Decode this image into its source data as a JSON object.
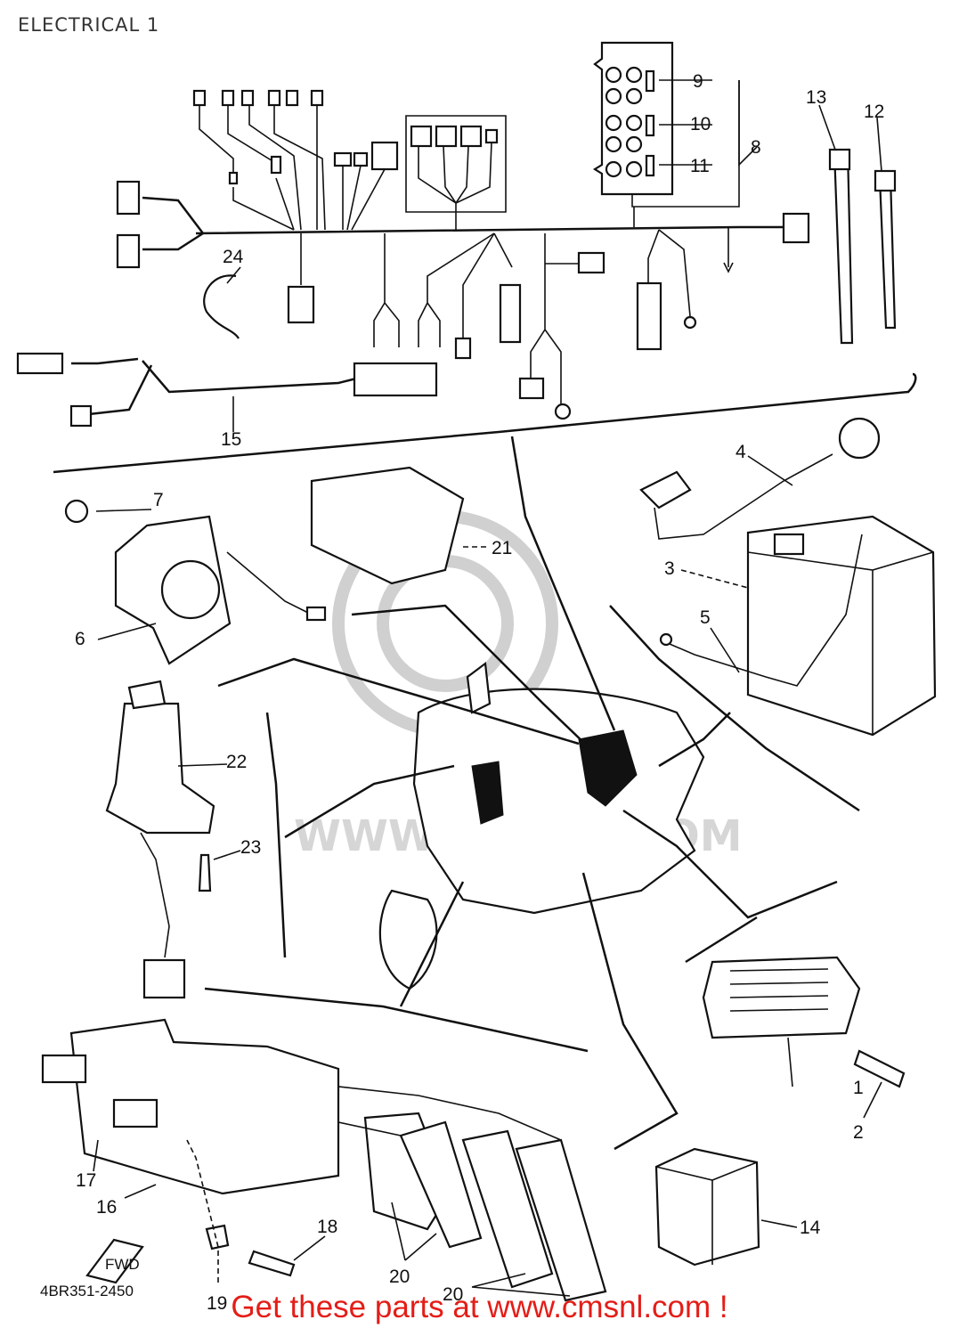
{
  "title": "ELECTRICAL 1",
  "drawing_code": "4BR351-2450",
  "fwd_label": "FWD",
  "watermark": "WWW.CMSNL.COM",
  "footer": "Get these parts at www.cmsnl.com !",
  "callouts": {
    "c1": "1",
    "c2": "2",
    "c3": "3",
    "c4": "4",
    "c5": "5",
    "c6": "6",
    "c7": "7",
    "c8": "8",
    "c9": "9",
    "c10": "10",
    "c11": "11",
    "c12": "12",
    "c13": "13",
    "c14": "14",
    "c15": "15",
    "c16": "16",
    "c17": "17",
    "c18": "18",
    "c19": "19",
    "c20a": "20",
    "c20b": "20",
    "c21": "21",
    "c22": "22",
    "c23": "23",
    "c24": "24"
  }
}
